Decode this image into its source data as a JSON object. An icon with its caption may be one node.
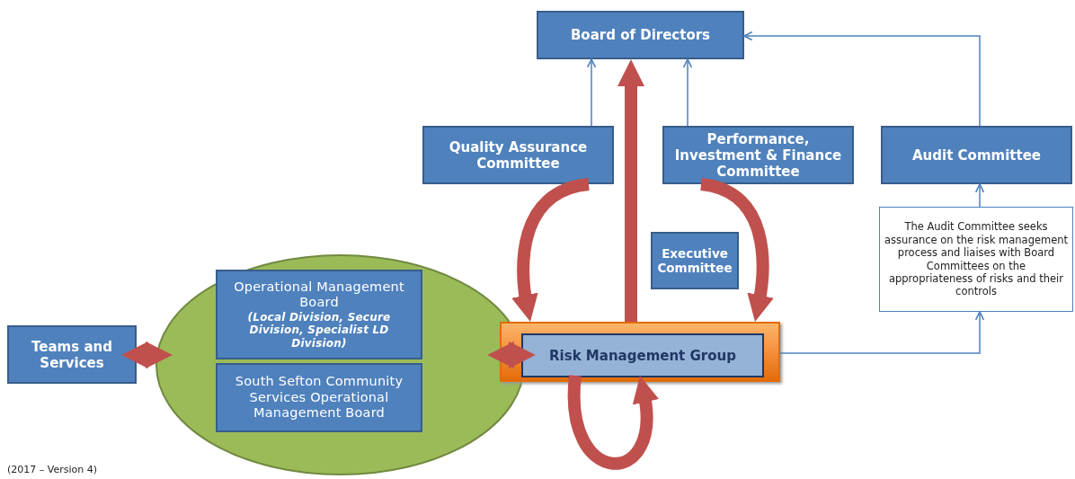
{
  "diagram": {
    "nodes": [
      {
        "text": [
          "Board of Directors"
        ]
      },
      {
        "text": [
          "Quality Assurance Committee"
        ]
      },
      {
        "text": [
          "Performance, Investment & Finance Committee"
        ]
      },
      {
        "text": [
          "Audit Committee"
        ]
      },
      {
        "text": [
          "Executive Committee"
        ]
      },
      {
        "text": [
          "The Audit Committee seeks assurance on the risk management process and liaises with Board Committees on the appropriateness of risks and their controls"
        ]
      },
      {
        "text": [
          "Teams and Services"
        ]
      },
      {
        "text": [],
        "shape": "circle"
      },
      {
        "text": [
          "Operational Management Board",
          "(Local Division, Secure Division, Specialist LD Division)"
        ],
        "in": 7
      },
      {
        "text": [
          "South Sefton Community Services Operational Management Board"
        ],
        "in": 7
      },
      {
        "text": [],
        "shape": "box"
      },
      {
        "text": [
          "Risk Management Group"
        ],
        "in": 10
      }
    ],
    "edges": [
      {
        "from": 1,
        "to": 0,
        "arrow": "to",
        "color": "#4f81bd"
      },
      {
        "from": 2,
        "to": 0,
        "arrow": "to",
        "color": "#4f81bd"
      },
      {
        "from": 3,
        "to": 0,
        "arrow": "to",
        "color": "#4f81bd"
      },
      {
        "from": 5,
        "to": 3,
        "arrow": "to",
        "color": "#4f81bd"
      },
      {
        "from": 10,
        "to": 5,
        "arrow": "to",
        "color": "#4f81bd"
      },
      {
        "from": 10,
        "to": 0,
        "arrow": "to"
      },
      {
        "from": 1,
        "to": 10,
        "arrow": "to"
      },
      {
        "from": 2,
        "to": 10,
        "arrow": "to"
      },
      {
        "from": 11,
        "to": 11,
        "arrow": "to"
      },
      {
        "from": 6,
        "to": 7,
        "arrow": "both"
      },
      {
        "from": 7,
        "to": 10,
        "arrow": "both"
      }
    ],
    "labels": [
      "(2017 – Version 4)"
    ]
  }
}
